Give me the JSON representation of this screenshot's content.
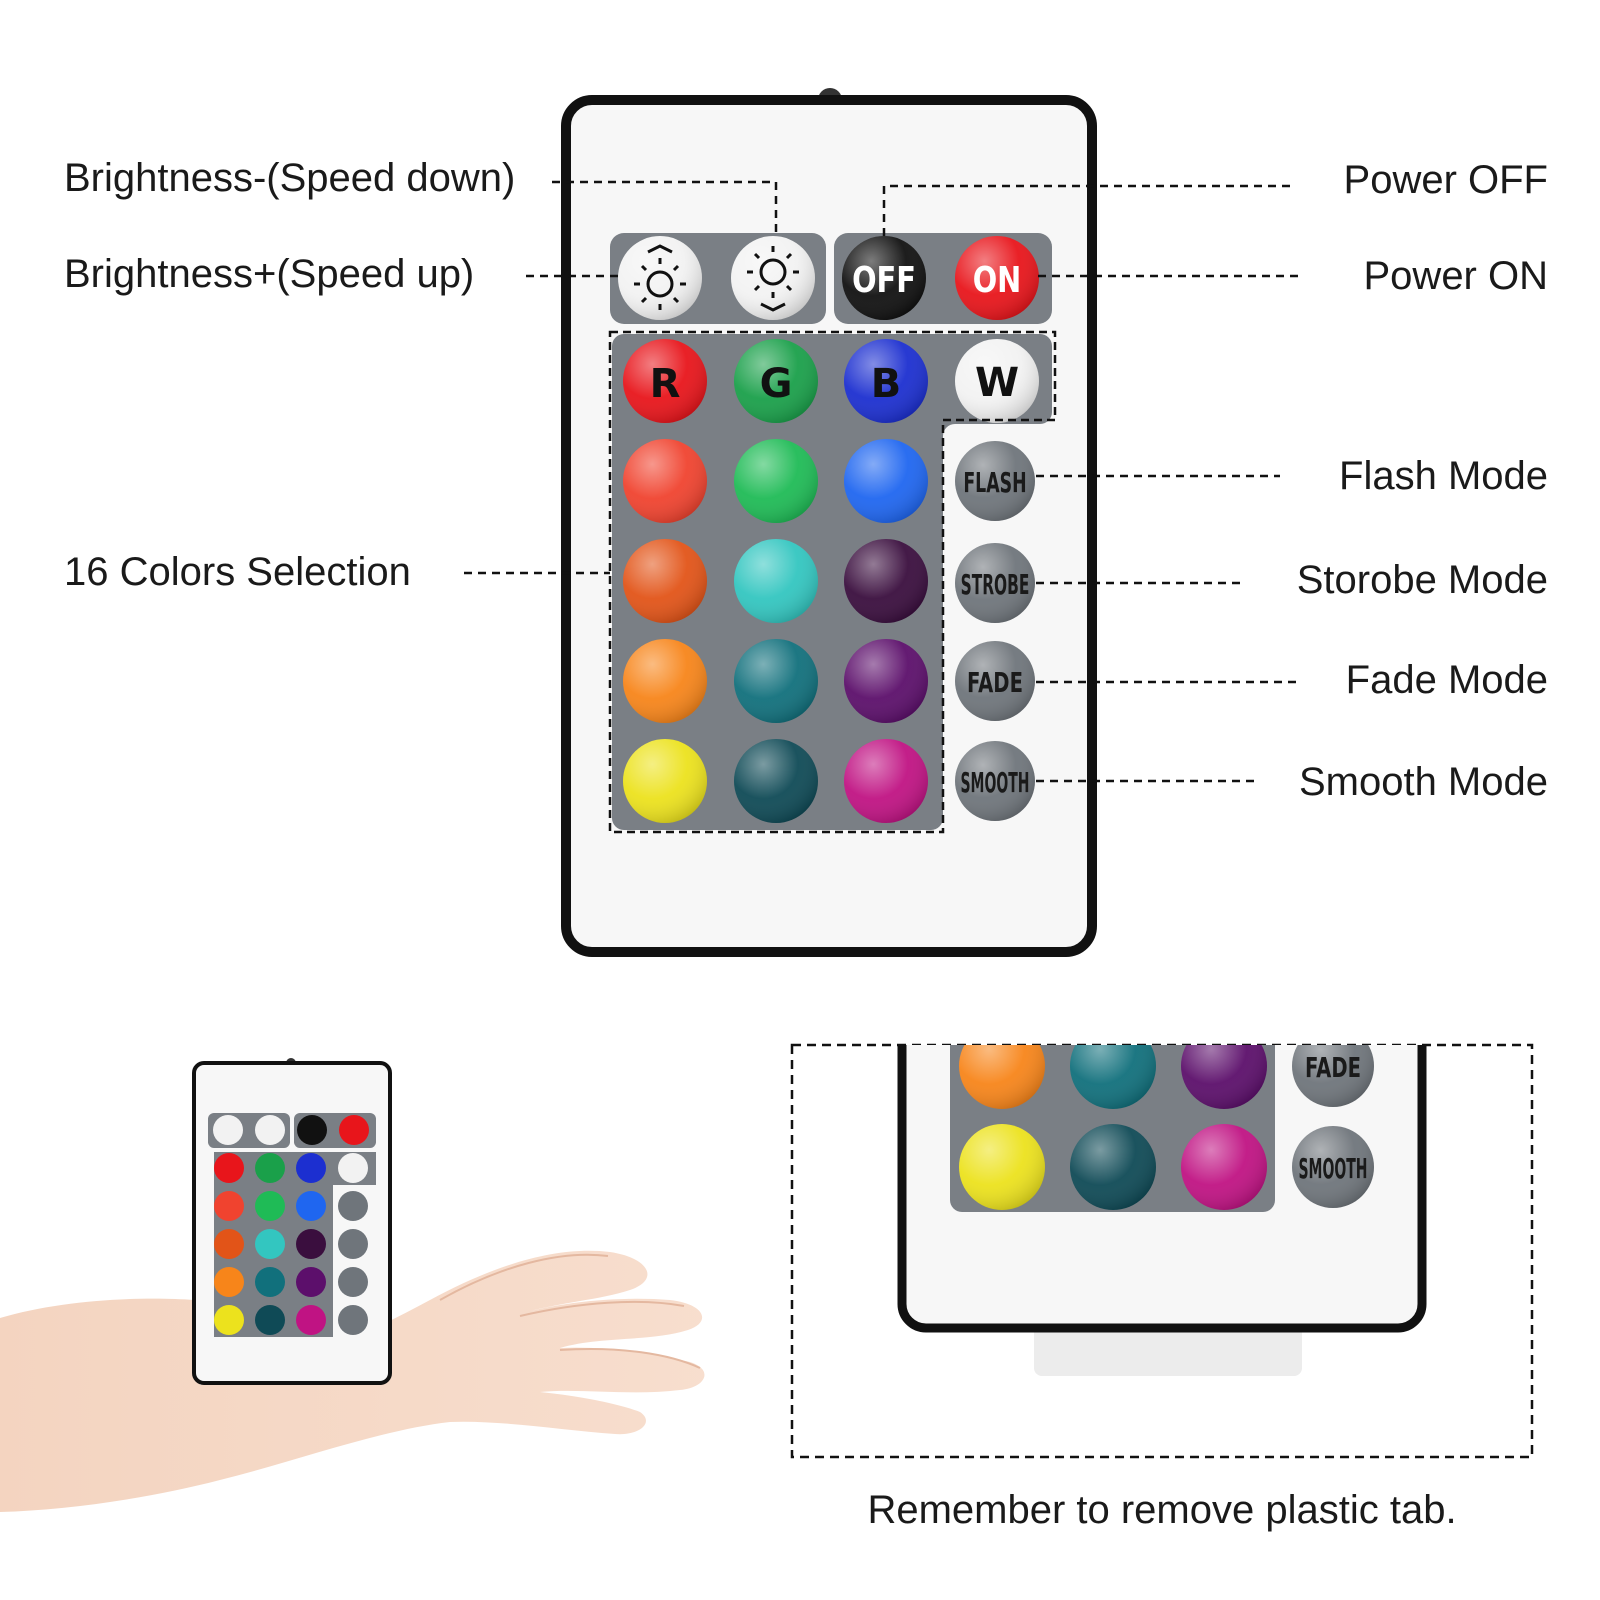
{
  "callouts": {
    "brightness_down": "Brightness-(Speed down)",
    "brightness_up": "Brightness+(Speed up)",
    "colors_selection": "16 Colors Selection",
    "power_off": "Power OFF",
    "power_on": "Power ON",
    "flash_mode": "Flash Mode",
    "strobe_mode": "Storobe Mode",
    "fade_mode": "Fade Mode",
    "smooth_mode": "Smooth Mode"
  },
  "remote": {
    "power_buttons": [
      {
        "label": "OFF",
        "color": "#111111",
        "text_color": "#ffffff"
      },
      {
        "label": "ON",
        "color": "#e8151b",
        "text_color": "#ffffff"
      }
    ],
    "rgbw_buttons": [
      {
        "label": "R",
        "color": "#e8151b",
        "text_color": "#111111"
      },
      {
        "label": "G",
        "color": "#1aa04a",
        "text_color": "#111111"
      },
      {
        "label": "B",
        "color": "#1c2fd0",
        "text_color": "#111111"
      },
      {
        "label": "W",
        "color": "#f2f2f2",
        "text_color": "#111111"
      }
    ],
    "color_rows": [
      [
        "#f0432f",
        "#1fbb56",
        "#1f66f0"
      ],
      [
        "#e25418",
        "#33c6c0",
        "#3a0e3e"
      ],
      [
        "#f7851a",
        "#11707c",
        "#5c0f6b"
      ],
      [
        "#ece21d",
        "#0f4a56",
        "#c01383"
      ]
    ],
    "mode_buttons": [
      {
        "label": "FLASH"
      },
      {
        "label": "STROBE"
      },
      {
        "label": "FADE"
      },
      {
        "label": "SMOOTH"
      }
    ]
  },
  "detail_inset": {
    "mode_buttons": [
      {
        "label": "FADE"
      },
      {
        "label": "SMOOTH"
      }
    ]
  },
  "note": "Remember to remove plastic tab.",
  "colors": {
    "panel": "#7a7f85",
    "mode_button": "#6f757b",
    "remote_body": "#f7f7f7",
    "remote_border": "#111111"
  }
}
